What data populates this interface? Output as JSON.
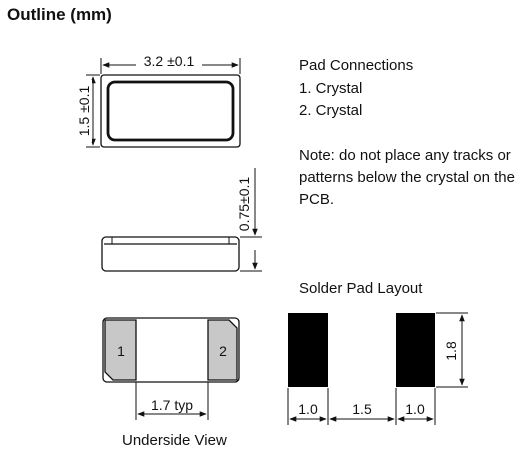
{
  "title": "Outline (mm)",
  "pad_connections": {
    "heading": "Pad Connections",
    "items": [
      "1. Crystal",
      "2. Crystal"
    ]
  },
  "note": [
    "Note: do not place any tracks or",
    "patterns below the crystal on the",
    "PCB."
  ],
  "top_view": {
    "width_dim": "3.2 ±0.1",
    "height_dim": "1.5 ±0.1"
  },
  "side_view": {
    "thickness_dim": "0.75±0.1"
  },
  "underside_view": {
    "caption": "Underside View",
    "pad_labels": [
      "1",
      "2"
    ],
    "pitch_dim": "1.7 typ"
  },
  "solder_pad_layout": {
    "heading": "Solder Pad Layout",
    "pad_width": "1.0",
    "gap": "1.5",
    "pad_width_2": "1.0",
    "pad_height": "1.8"
  },
  "colors": {
    "line": "#111111",
    "pad_fill": "#c8c8c8",
    "body_fill": "#f2f2f2",
    "solder_pad": "#000000"
  }
}
